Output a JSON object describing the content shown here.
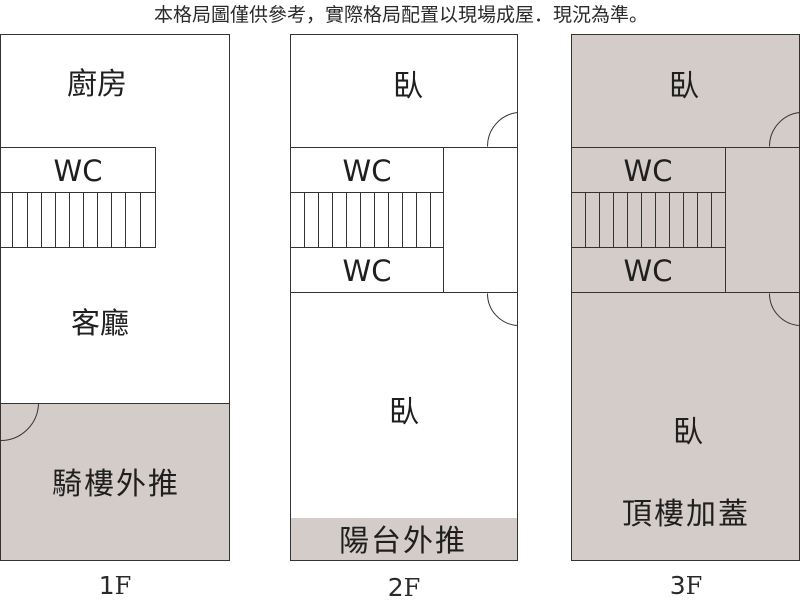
{
  "disclaimer": "本格局圖僅供參考，實際格局配置以現場成屋．現況為準。",
  "colors": {
    "background": "#ffffff",
    "line": "#333333",
    "shaded": "#d4ccc8"
  },
  "floors": [
    {
      "level_number": "1",
      "level_suffix": "F",
      "rooms": {
        "kitchen": "廚房",
        "wc": "WC",
        "living": "客廳",
        "arcade": "騎樓外推"
      }
    },
    {
      "level_number": "2",
      "level_suffix": "F",
      "rooms": {
        "bedroom_top": "臥",
        "wc_upper": "WC",
        "wc_lower": "WC",
        "bedroom_main": "臥",
        "balcony": "陽台外推"
      }
    },
    {
      "level_number": "3",
      "level_suffix": "F",
      "rooms": {
        "bedroom_top": "臥",
        "wc_upper": "WC",
        "wc_lower": "WC",
        "bedroom_main": "臥",
        "rooftop": "頂樓加蓋"
      }
    }
  ]
}
